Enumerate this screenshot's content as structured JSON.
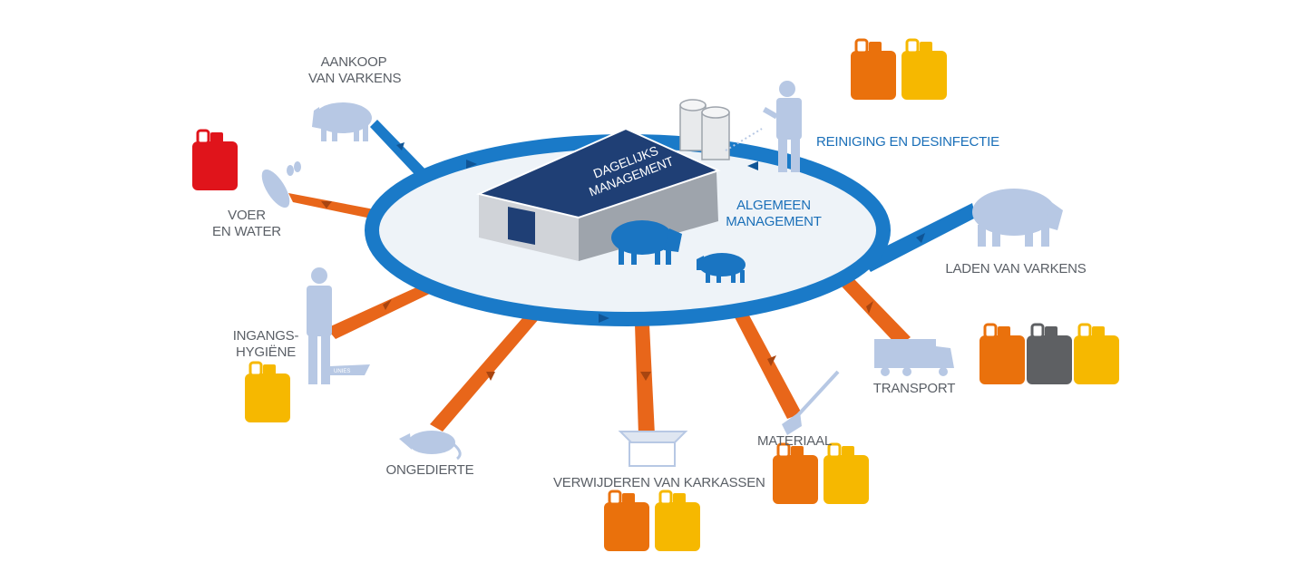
{
  "labels": {
    "aankoop": "AANKOOP\nVAN VARKENS",
    "voer": "VOER\nEN WATER",
    "ingangs": "INGANGS-\nHYGIËNE",
    "ongedierte": "ONGEDIERTE",
    "karkassen": "VERWIJDEREN VAN KARKASSEN",
    "materiaal": "MATERIAAL",
    "transport": "TRANSPORT",
    "laden": "LADEN VAN VARKENS",
    "reiniging": "REINIGING EN DESINFECTIE",
    "algemeen": "ALGEMEEN\nMANAGEMENT",
    "dagelijks": "DAGELIJKS\nMANAGEMENT",
    "mat_brand": "UNIES"
  },
  "colors": {
    "ring": "#1a7ac8",
    "inner": "#eef3f8",
    "arrow_orange": "#e8661a",
    "silhouette": "#b7c8e4",
    "pig_dark": "#1a75c2",
    "barn_roof": "#1f3f75",
    "barn_wall": "#d0d3d8",
    "can_red": "#e0141b",
    "can_orange": "#ea710c",
    "can_yellow": "#f6b800",
    "can_grey": "#5e6063"
  },
  "canisters": [
    {
      "group": "reiniging",
      "colors": [
        "orange",
        "yellow"
      ]
    },
    {
      "group": "voer",
      "colors": [
        "red"
      ]
    },
    {
      "group": "ingangs",
      "colors": [
        "yellow"
      ]
    },
    {
      "group": "karkassen",
      "colors": [
        "orange",
        "yellow"
      ]
    },
    {
      "group": "materiaal",
      "colors": [
        "orange",
        "yellow"
      ]
    },
    {
      "group": "transport",
      "colors": [
        "orange",
        "grey",
        "yellow"
      ]
    }
  ]
}
